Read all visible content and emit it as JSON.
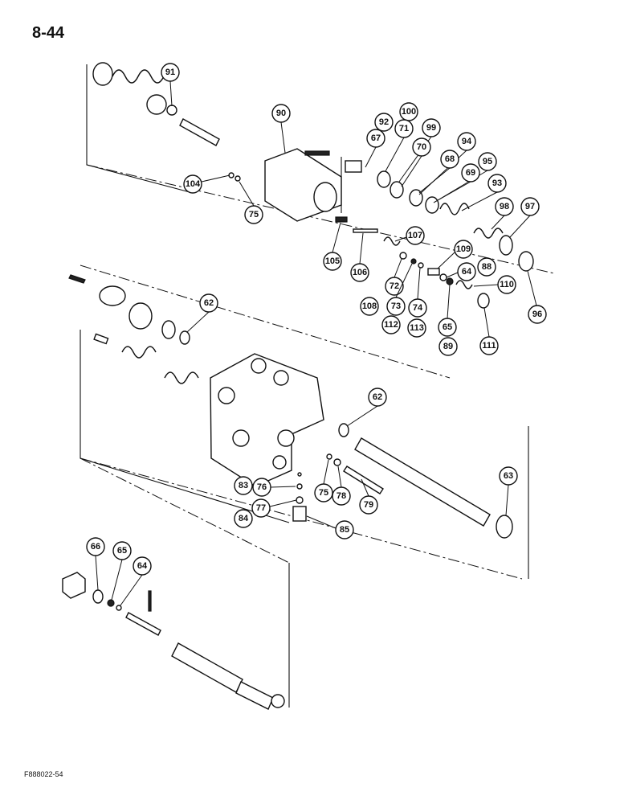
{
  "page_number": "8-44",
  "figure_code": "F888022-54",
  "callouts": [
    "91",
    "90",
    "92",
    "100",
    "71",
    "99",
    "67",
    "70",
    "94",
    "68",
    "95",
    "69",
    "93",
    "98",
    "97",
    "104",
    "75",
    "107",
    "109",
    "64",
    "88",
    "110",
    "96",
    "105",
    "106",
    "72",
    "108",
    "73",
    "112",
    "74",
    "113",
    "65",
    "89",
    "111",
    "62",
    "62",
    "63",
    "83",
    "76",
    "75",
    "78",
    "79",
    "77",
    "84",
    "85",
    "66",
    "65",
    "64"
  ]
}
